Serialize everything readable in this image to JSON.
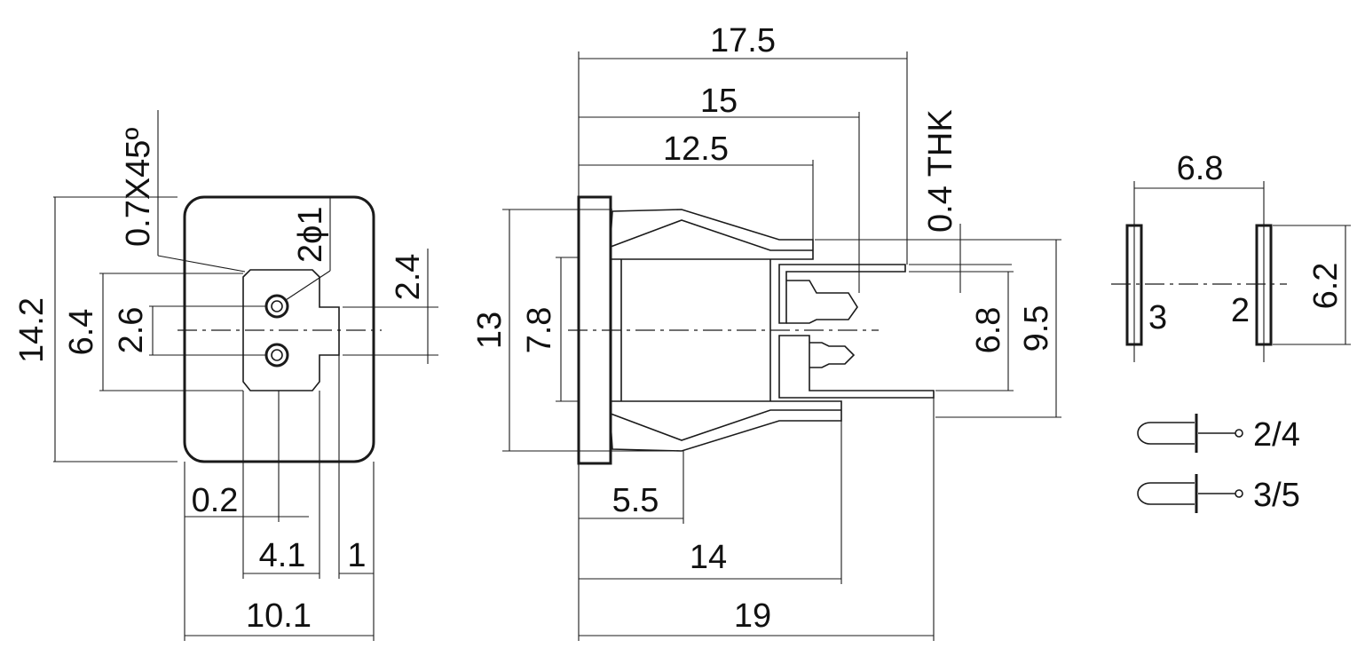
{
  "colors": {
    "ink": "#1a1a1a",
    "background": "#ffffff"
  },
  "front_view": {
    "chamfer": "0.7X45º",
    "hole": "2ϕ1",
    "h_total": "14.2",
    "h_flange": "6.4",
    "h_pins": "2.6",
    "w_tab": "2.4",
    "w_total": "10.1",
    "w_flange": "4.1",
    "w_offset": "0.2",
    "w_tab_depth": "1"
  },
  "side_view": {
    "len_total_top": "17.5",
    "len_15": "15",
    "len_12_5": "12.5",
    "thickness": "0.4 THK",
    "h_13": "13",
    "h_7_8": "7.8",
    "h_6_8": "6.8",
    "h_9_5": "9.5",
    "len_5_5": "5.5",
    "len_14": "14",
    "len_19": "19"
  },
  "pin_view": {
    "spacing": "6.8",
    "height": "6.2",
    "pin_left": "3",
    "pin_right": "2"
  },
  "legend": {
    "item_1": "2/4",
    "item_2": "3/5"
  }
}
